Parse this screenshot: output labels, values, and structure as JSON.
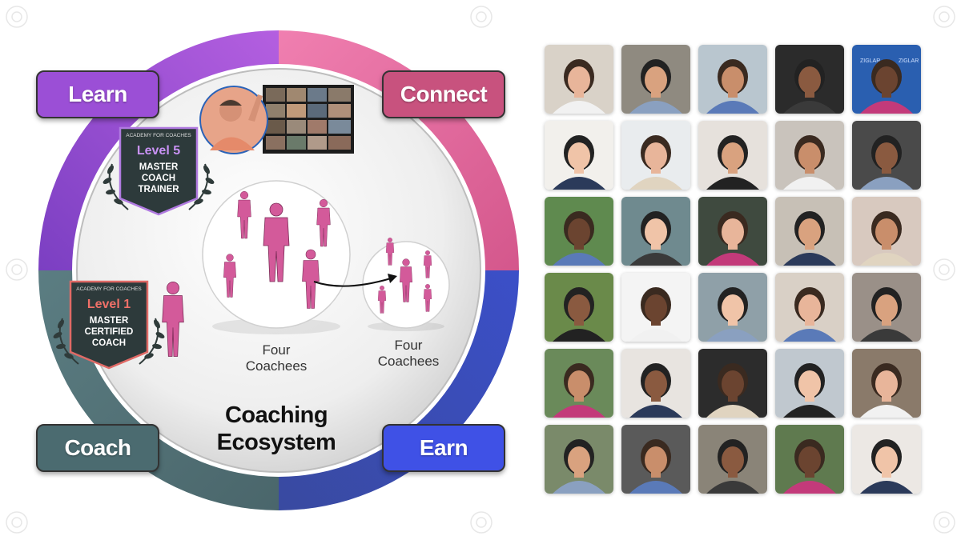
{
  "labels": {
    "learn": "Learn",
    "connect": "Connect",
    "coach": "Coach",
    "earn": "Earn"
  },
  "badge_level5": {
    "org": "ACADEMY FOR COACHES",
    "level": "Level 5",
    "line1": "MASTER",
    "line2": "COACH",
    "line3": "TRAINER"
  },
  "badge_level1": {
    "org": "ACADEMY FOR COACHES",
    "level": "Level 1",
    "line1": "MASTER",
    "line2": "CERTIFIED",
    "line3": "COACH"
  },
  "captions": {
    "large_group": [
      "Four",
      "Coachees"
    ],
    "small_group": [
      "Four",
      "Coachees"
    ]
  },
  "title": [
    "Coaching",
    "Ecosystem"
  ],
  "photo_banner_text": "ZIGLAR",
  "colors": {
    "learn": "#9b4fd6",
    "connect": "#c8527e",
    "coach": "#4b6b70",
    "earn": "#3f51e6",
    "figure": "#d35a9a",
    "ring_top_left": "#9b4fd6",
    "ring_top_right": "#e07aa9",
    "ring_bottom_right": "#3c4fb8",
    "ring_bottom_left": "#5d7f84"
  }
}
